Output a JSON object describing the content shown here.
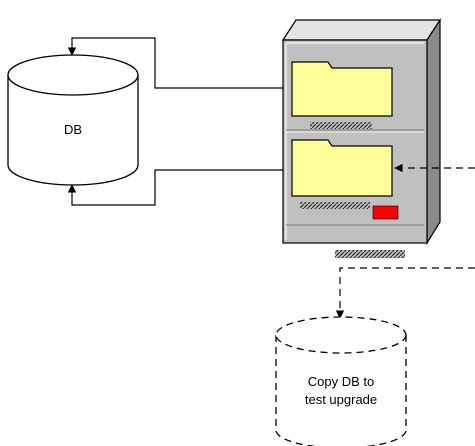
{
  "db_label": "DB",
  "copy_db_label_line1": "Copy DB to",
  "copy_db_label_line2": "test upgrade",
  "colors": {
    "folder_fill": "#ffff99",
    "server_face": "#c0c0c0",
    "server_top": "#e4e4e4",
    "server_side": "#8a8a8a",
    "indicator": "#ff0000",
    "line": "#000000"
  }
}
